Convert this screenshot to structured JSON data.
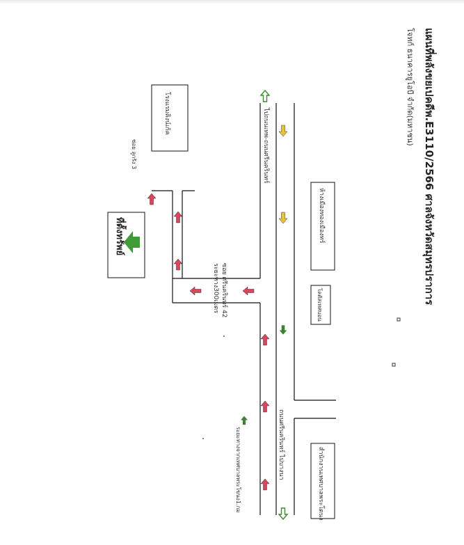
{
  "title": "แผนที่พลังขยเปคดีพ.E3110/2566 ศาลจังหวัดสมุทรปราการ",
  "subtitle": "โจทก์ ธนาคารยูโอบี จำกัด(มหาชน)",
  "landmarks": {
    "hotel": "โรงแรมคิงน์เก้ค",
    "mall": "ห้างเมืองทองเมืองทร์",
    "clinic": "โลตัสเทศบอน",
    "office": "สำนักงานเทศบาลพระโตนง",
    "target": "ที่ตั้งทรัพย์"
  },
  "roads": {
    "main_to": "ไปถนนเทพ-ถนนศรีนครินทร์",
    "main_from": "ถนนศรีนครินทร์ ไปบางนา",
    "soi_42": "ซอย ศรีนครินทร์ 42",
    "soi_42_dist": "ระยะทาง300เมตร",
    "soi_3": "ซอย ลูกรัง 3",
    "distance_note": "ระยะทางจากเทศบาลพระโขนง1.กม"
  },
  "colors": {
    "road_line": "#111111",
    "arrow_red": "#d7465a",
    "arrow_yellow": "#e8c23a",
    "arrow_green": "#3a8a2a",
    "target_arrow": "#3f9a37"
  }
}
